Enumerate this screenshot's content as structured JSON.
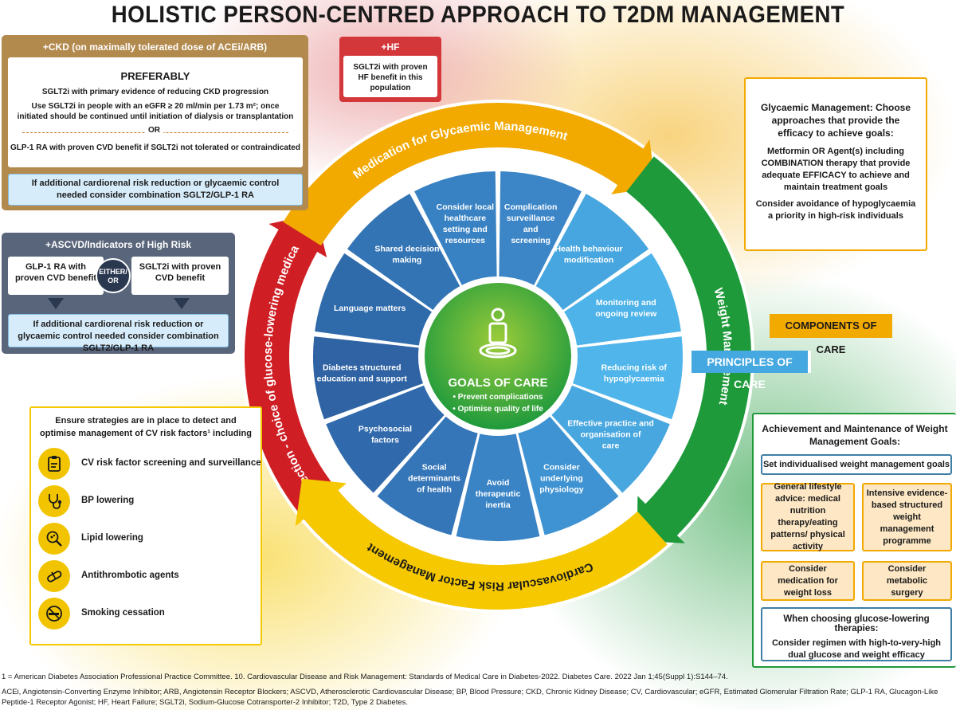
{
  "title": "HOLISTIC PERSON-CENTRED APPROACH TO T2DM MANAGEMENT",
  "colors": {
    "red": "#cf1f25",
    "orange": "#f2a900",
    "yellow": "#f5c800",
    "green": "#1e9a3a",
    "blue_dark": "#2f5f9a",
    "blue_light": "#45a8e0",
    "brown": "#b38a4e",
    "slate": "#59657a"
  },
  "ring": {
    "segments": [
      {
        "label": "Cardiorenal Protection - choice of glucose-lowering medication",
        "color": "#cf1f25",
        "start": 215,
        "end": 300
      },
      {
        "label": "Medication for Glycaemic Management",
        "color": "#f2a900",
        "start": 302,
        "end": 395
      },
      {
        "label": "Weight Management",
        "color": "#1e9a3a",
        "start": 398,
        "end": 495
      },
      {
        "label": "Cardiovascular Risk Factor Management",
        "color": "#f5c800",
        "start": 498,
        "end": 590
      }
    ]
  },
  "wheel": {
    "wedges": [
      {
        "lines": [
          "Complication",
          "surveillance",
          "and",
          "screening"
        ]
      },
      {
        "lines": [
          "Health behaviour",
          "modification"
        ]
      },
      {
        "lines": [
          "Monitoring and",
          "ongoing review"
        ]
      },
      {
        "lines": [
          "Reducing risk of",
          "hypoglycaemia"
        ]
      },
      {
        "lines": [
          "Effective practice and",
          "organisation of",
          "care"
        ]
      },
      {
        "lines": [
          "Consider",
          "underlying",
          "physiology"
        ]
      },
      {
        "lines": [
          "Avoid",
          "therapeutic",
          "inertia"
        ]
      },
      {
        "lines": [
          "Social",
          "determinants",
          "of health"
        ]
      },
      {
        "lines": [
          "Psychosocial",
          "factors"
        ]
      },
      {
        "lines": [
          "Diabetes structured",
          "education and support"
        ]
      },
      {
        "lines": [
          "Language matters"
        ]
      },
      {
        "lines": [
          "Shared decision",
          "making"
        ]
      },
      {
        "lines": [
          "Consider local",
          "healthcare",
          "setting and",
          "resources"
        ]
      }
    ]
  },
  "goals": {
    "title": "GOALS OF CARE",
    "items": [
      "• Prevent complications",
      "• Optimise quality of life"
    ]
  },
  "components_label": "COMPONENTS OF CARE",
  "principles_label": "PRINCIPLES OF CARE",
  "ckd": {
    "header": "+CKD (on maximally tolerated dose of ACEi/ARB)",
    "preferably": "PREFERABLY",
    "line1": "SGLT2i with primary evidence of reducing CKD progression",
    "line2": "Use SGLT2i in people with an eGFR ≥ 20 ml/min per 1.73 m²; once initiated should be continued until initiation of dialysis or transplantation",
    "or": "OR",
    "line3": "GLP-1 RA with proven CVD benefit if SGLT2i not tolerated or contraindicated",
    "combo": "If additional cardiorenal risk reduction or glycaemic control needed consider combination SGLT2/GLP-1 RA"
  },
  "hf": {
    "header": "+HF",
    "body": "SGLT2i with proven HF benefit in this population"
  },
  "ascvd": {
    "header": "+ASCVD/Indicators of High Risk",
    "left": "GLP-1 RA with proven CVD benefit",
    "either": "EITHER/ OR",
    "right": "SGLT2i with proven CVD benefit",
    "combo": "If additional cardiorenal risk reduction or glycaemic control needed consider combination SGLT2/GLP-1 RA"
  },
  "glycaemic": {
    "title": "Glycaemic Management: Choose approaches that provide the efficacy to achieve goals:",
    "body1": "Metformin OR Agent(s) including COMBINATION therapy that provide adequate EFFICACY to achieve and maintain treatment goals",
    "body2": "Consider avoidance of hypoglycaemia a priority in high-risk individuals"
  },
  "cv": {
    "intro": "Ensure strategies are in place to detect and optimise management of CV risk factors¹ including",
    "items": [
      {
        "label": "CV risk factor screening and surveillance",
        "icon": "clipboard-icon"
      },
      {
        "label": "BP lowering",
        "icon": "stethoscope-icon"
      },
      {
        "label": "Lipid lowering",
        "icon": "magnifier-icon"
      },
      {
        "label": "Antithrombotic agents",
        "icon": "pill-icon"
      },
      {
        "label": "Smoking cessation",
        "icon": "no-smoking-icon"
      }
    ]
  },
  "weight": {
    "title": "Achievement and Maintenance of Weight Management Goals:",
    "goals": "Set individualised weight management goals",
    "lifestyle": "General lifestyle advice: medical nutrition therapy/eating patterns/ physical activity",
    "intensive": "Intensive evidence-based structured weight management programme",
    "medication": "Consider medication for weight loss",
    "surgery": "Consider metabolic surgery",
    "choosing": "When choosing glucose-lowering therapies:",
    "regimen": "Consider regimen with high-to-very-high dual glucose and weight efficacy"
  },
  "footnote": "1 = American Diabetes Association Professional Practice Committee. 10. Cardiovascular Disease and Risk Management: Standards of Medical Care in Diabetes-2022. Diabetes Care. 2022 Jan 1;45(Suppl 1):S144–74.",
  "abbreviations": "ACEi, Angiotensin-Converting Enzyme Inhibitor; ARB, Angiotensin Receptor Blockers; ASCVD, Atherosclerotic Cardiovascular Disease; BP, Blood Pressure; CKD, Chronic Kidney Disease; CV, Cardiovascular; eGFR, Estimated Glomerular Filtration Rate; GLP-1 RA, Glucagon-Like Peptide-1 Receptor Agonist; HF, Heart Failure; SGLT2i, Sodium-Glucose Cotransporter-2 Inhibitor; T2D, Type 2 Diabetes."
}
